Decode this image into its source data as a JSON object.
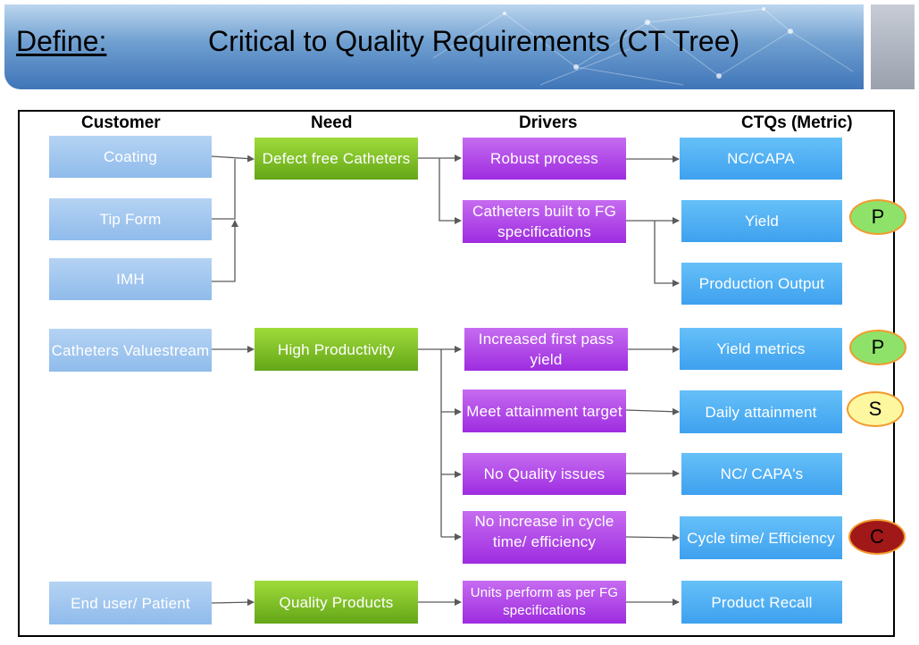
{
  "header": {
    "define_label": "Define:",
    "title": "Critical to Quality Requirements (CT Tree)"
  },
  "columns": {
    "customer": "Customer",
    "need": "Need",
    "drivers": "Drivers",
    "ctqs": "CTQs (Metric)"
  },
  "customers": [
    "Coating",
    "Tip Form",
    "IMH",
    "Catheters Valuestream",
    "End user/ Patient"
  ],
  "needs": [
    "Defect free Catheters",
    "High Productivity",
    "Quality  Products"
  ],
  "drivers": [
    "Robust process",
    "Catheters built to FG specifications",
    "Increased first pass yield",
    "Meet attainment target",
    "No Quality  issues",
    "No increase  in cycle time/ efficiency",
    "Units perform as per FG specifications"
  ],
  "ctqs": [
    "NC/CAPA",
    "Yield",
    "Production Output",
    "Yield metrics",
    "Daily attainment",
    "NC/ CAPA's",
    "Cycle time/ Efficiency",
    "Product Recall"
  ],
  "badges": [
    {
      "letter": "P",
      "color": "#8ee26a"
    },
    {
      "letter": "P",
      "color": "#8ee26a"
    },
    {
      "letter": "S",
      "color": "#fdf7a0"
    },
    {
      "letter": "C",
      "color": "#a11818"
    }
  ]
}
